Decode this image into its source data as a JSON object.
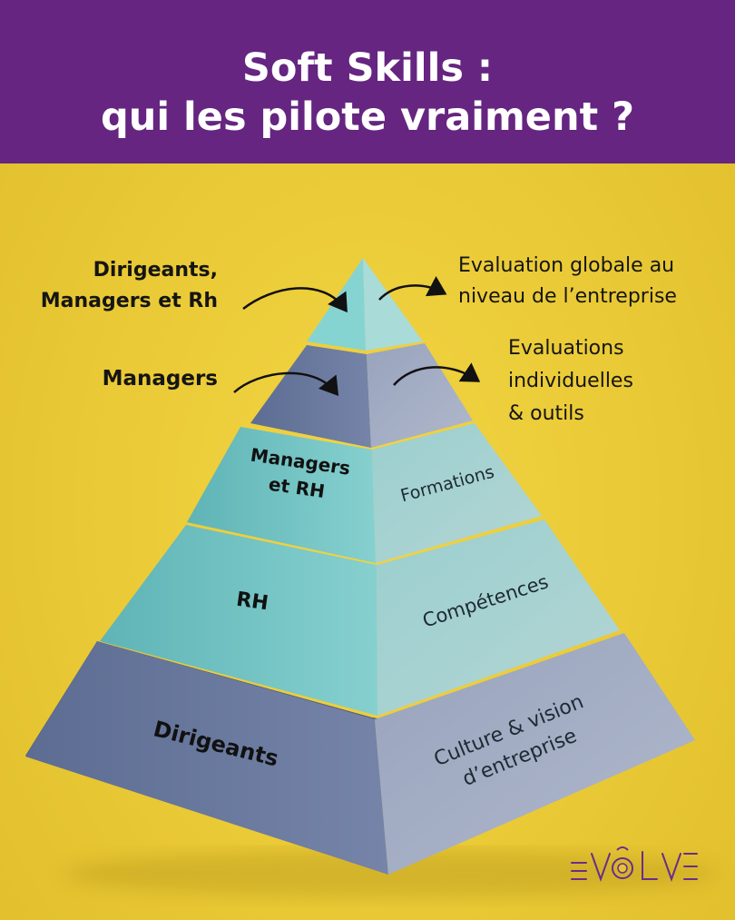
{
  "title": {
    "line1": "Soft Skills :",
    "line2": "qui les pilote vraiment ?"
  },
  "levels": [
    {
      "actor": "Dirigeants,\nManagers et Rh",
      "focus": "Evaluation globale au\nniveau de l’entreprise"
    },
    {
      "actor": "Managers",
      "focus": "Evaluations\nindividuelles\n& outils"
    },
    {
      "actor": "Managers\net RH",
      "focus": "Formations"
    },
    {
      "actor": "RH",
      "focus": "Compétences"
    },
    {
      "actor": "Dirigeants",
      "focus": "Culture & vision\nd’entreprise"
    }
  ],
  "logo": {
    "text": "EVOLVE"
  },
  "colors": {
    "header": "#652580",
    "background": "#edcd3a",
    "teal": "#7ac9c9",
    "slate": "#6c7b9f"
  }
}
